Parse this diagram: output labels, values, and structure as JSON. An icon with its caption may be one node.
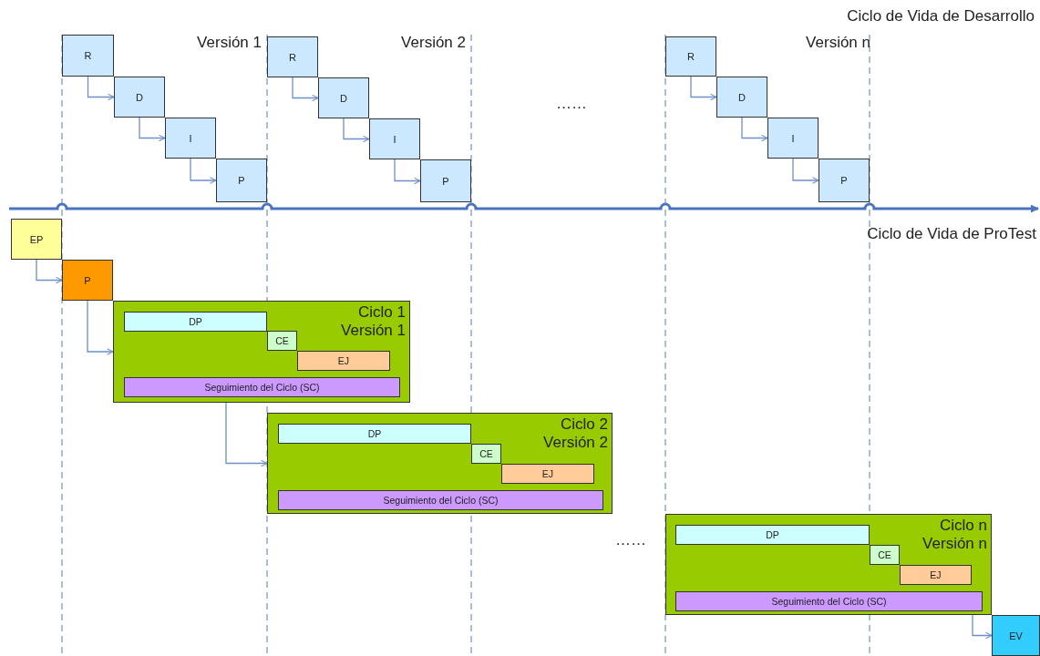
{
  "diagram": {
    "nodes": [
      {
        "text": [
          "R"
        ]
      },
      {
        "text": [
          "D"
        ]
      },
      {
        "text": [
          "I"
        ]
      },
      {
        "text": [
          "P"
        ]
      },
      {
        "text": [
          "R"
        ]
      },
      {
        "text": [
          "D"
        ]
      },
      {
        "text": [
          "I"
        ]
      },
      {
        "text": [
          "P"
        ]
      },
      {
        "text": [
          "R"
        ]
      },
      {
        "text": [
          "D"
        ]
      },
      {
        "text": [
          "I"
        ]
      },
      {
        "text": [
          "P"
        ]
      },
      {
        "text": [
          "EP"
        ]
      },
      {
        "text": [
          "P"
        ]
      },
      {
        "text": [
          "Ciclo 1 Versión 1"
        ]
      },
      {
        "text": [
          "DP"
        ],
        "in": 14
      },
      {
        "text": [
          "CE"
        ],
        "in": 14
      },
      {
        "text": [
          "EJ"
        ],
        "in": 14
      },
      {
        "text": [
          "Seguimiento del Ciclo (SC)"
        ],
        "in": 14
      },
      {
        "text": [
          "Ciclo 2 Versión 2"
        ]
      },
      {
        "text": [
          "DP"
        ],
        "in": 19
      },
      {
        "text": [
          "CE"
        ],
        "in": 19
      },
      {
        "text": [
          "EJ"
        ],
        "in": 19
      },
      {
        "text": [
          "Seguimiento del Ciclo (SC)"
        ],
        "in": 19
      },
      {
        "text": [
          "Ciclo n Versión n"
        ]
      },
      {
        "text": [
          "DP"
        ],
        "in": 24
      },
      {
        "text": [
          "CE"
        ],
        "in": 24
      },
      {
        "text": [
          "EJ"
        ],
        "in": 24
      },
      {
        "text": [
          "Seguimiento del Ciclo (SC)"
        ],
        "in": 24
      },
      {
        "text": [
          "EV"
        ]
      }
    ],
    "edges": [
      {
        "from": 0,
        "to": 1,
        "arrow": "to"
      },
      {
        "from": 1,
        "to": 2,
        "arrow": "to"
      },
      {
        "from": 2,
        "to": 3,
        "arrow": "to"
      },
      {
        "from": 4,
        "to": 5,
        "arrow": "to"
      },
      {
        "from": 5,
        "to": 6,
        "arrow": "to"
      },
      {
        "from": 6,
        "to": 7,
        "arrow": "to"
      },
      {
        "from": 8,
        "to": 9,
        "arrow": "to"
      },
      {
        "from": 9,
        "to": 10,
        "arrow": "to"
      },
      {
        "from": 10,
        "to": 11,
        "arrow": "to"
      },
      {
        "from": 12,
        "to": 13,
        "arrow": "to"
      },
      {
        "from": 13,
        "to": 14,
        "arrow": "to"
      },
      {
        "from": 14,
        "to": 19,
        "arrow": "to"
      },
      {
        "from": 24,
        "to": 29,
        "arrow": "to"
      }
    ],
    "labels": [
      "Ciclo de Vida de Desarrollo",
      "Versión 1",
      "Versión 2",
      "……",
      "Versión n",
      "Ciclo de Vida de ProTest",
      "……"
    ]
  }
}
